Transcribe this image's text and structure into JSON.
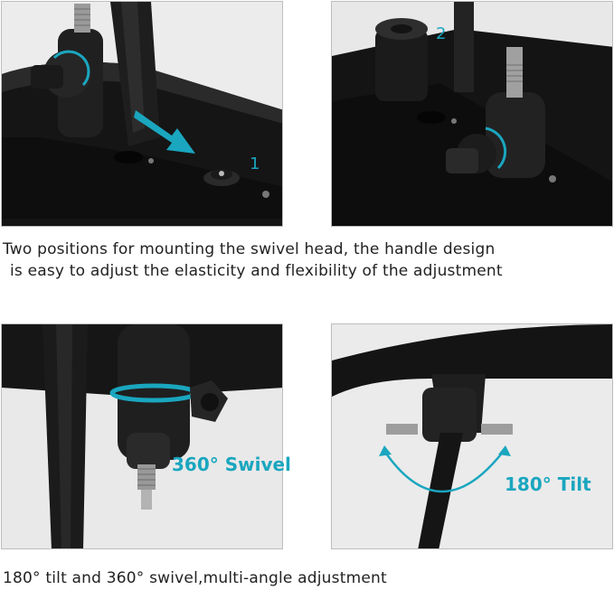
{
  "panels": [
    {
      "name": "mount-position-1",
      "label": "1"
    },
    {
      "name": "mount-position-2",
      "label": "2"
    },
    {
      "name": "swivel-view",
      "label": "360° Swivel"
    },
    {
      "name": "tilt-view",
      "label": "180° Tilt"
    }
  ],
  "captions": {
    "line1": "Two positions for mounting the swivel head, the handle design",
    "line2": "is easy to adjust the elasticity and flexibility of the adjustment",
    "line3": "180° tilt and 360° swivel,multi-angle adjustment"
  },
  "colors": {
    "accent": "#1aa6bf",
    "product": "#1c1c1c",
    "background": "#e9e9e9"
  }
}
